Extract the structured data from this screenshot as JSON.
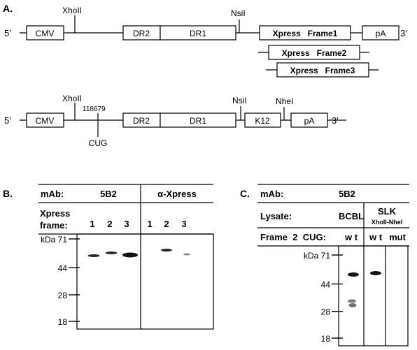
{
  "panelA": {
    "label": "A.",
    "construct1": {
      "five_prime": "5'",
      "three_prime": "3'",
      "cmv": "CMV",
      "site_xhoII": "XhoII",
      "dr2": "DR2",
      "dr1": "DR1",
      "site_nsiI": "NsiI",
      "frame1": "Xpress   Frame1",
      "frame2": "Xpress   Frame2",
      "frame3": "Xpress   Frame3",
      "pA": "pA"
    },
    "construct2": {
      "five_prime": "5'",
      "three_prime": "3'",
      "cmv": "CMV",
      "site_xhoII": "XhoII",
      "position": "118679",
      "cug": "CUG",
      "dr2": "DR2",
      "dr1": "DR1",
      "site_nsiI": "NsiI",
      "site_nheI": "NheI",
      "k12": "K12",
      "pA": "pA"
    }
  },
  "panelB": {
    "label": "B.",
    "mab_label": "mAb:",
    "antibody1": "5B2",
    "antibody2": "α-Xpress",
    "row_label_1": "Xpress",
    "row_label_2": "frame:",
    "lanes": [
      "1",
      "2",
      "3",
      "1",
      "2",
      "3"
    ],
    "markers": [
      {
        "label": "kDa 71",
        "kda": 71
      },
      {
        "label": "44",
        "kda": 44
      },
      {
        "label": "28",
        "kda": 28
      },
      {
        "label": "18",
        "kda": 18
      }
    ]
  },
  "panelC": {
    "label": "C.",
    "mab_label": "mAb:",
    "antibody": "5B2",
    "lysate_label": "Lysate:",
    "bcbl": "BCBL",
    "slk": "SLK",
    "slk_sub": "XhoII-NheI",
    "frame_row": "Frame  2  CUG:",
    "lanes": [
      "w t",
      "w t",
      "mut"
    ],
    "markers": [
      {
        "label": "kDa 71",
        "kda": 71
      },
      {
        "label": "44",
        "kda": 44
      },
      {
        "label": "28",
        "kda": 28
      },
      {
        "label": "18",
        "kda": 18
      }
    ]
  }
}
